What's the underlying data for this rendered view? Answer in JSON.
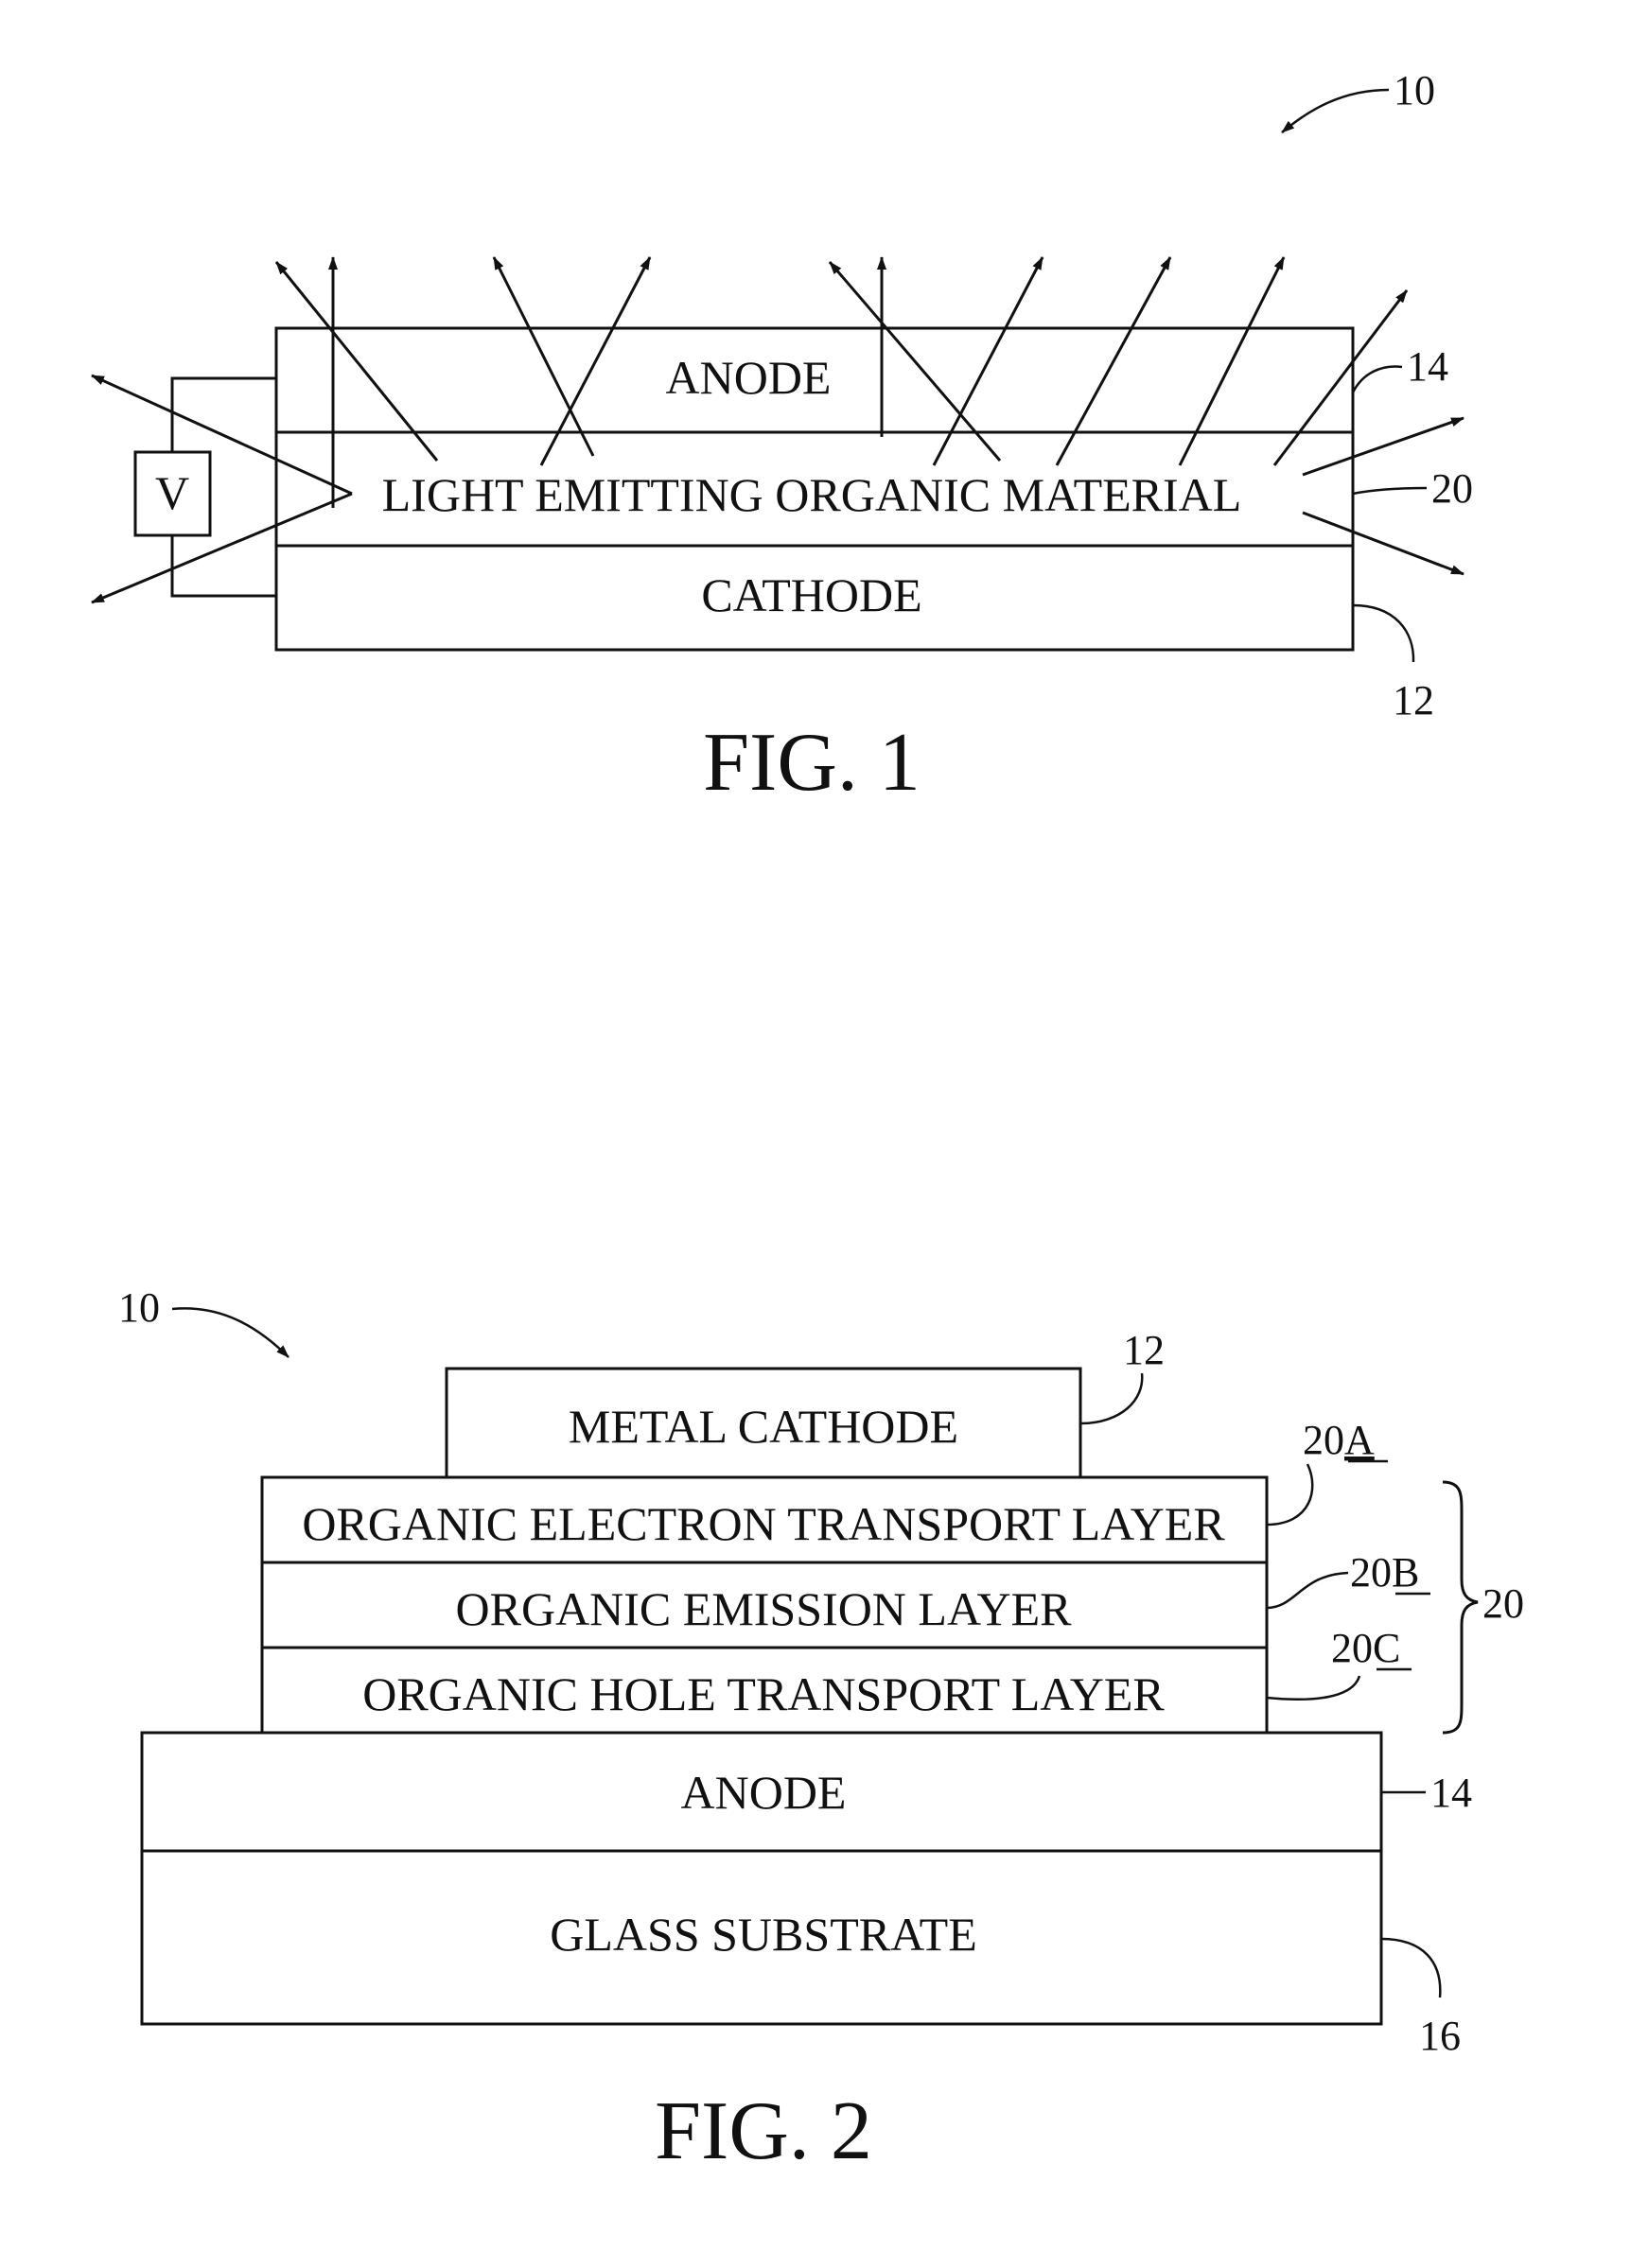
{
  "fig1": {
    "caption": "FIG. 1",
    "anode": "ANODE",
    "emitter": "LIGHT EMITTING ORGANIC MATERIAL",
    "cathode": "CATHODE",
    "voltage": "V",
    "ref_device": "10",
    "ref_anode": "14",
    "ref_emitter": "20",
    "ref_cathode": "12"
  },
  "fig2": {
    "caption": "FIG. 2",
    "metal_cathode": "METAL CATHODE",
    "electron_layer": "ORGANIC ELECTRON TRANSPORT LAYER",
    "emission_layer": "ORGANIC EMISSION LAYER",
    "hole_layer": "ORGANIC HOLE TRANSPORT LAYER",
    "anode": "ANODE",
    "substrate": "GLASS SUBSTRATE",
    "ref_device": "10",
    "ref_cathode": "12",
    "ref_20a_num": "20",
    "ref_20a_letter": "A",
    "ref_20b_num": "20",
    "ref_20b_letter": "B",
    "ref_20c_num": "20",
    "ref_20c_letter": "C",
    "ref_group": "20",
    "ref_anode": "14",
    "ref_substrate": "16"
  }
}
